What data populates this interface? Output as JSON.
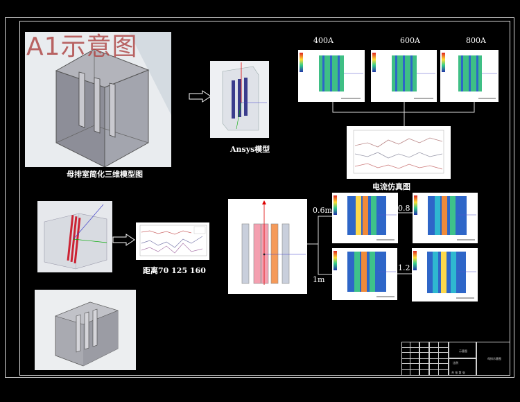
{
  "watermark": "A1示意图",
  "labels": {
    "model3d": "母排室简化三维模型图",
    "ansys": "Ansys模型",
    "current_sim": "电流仿真图",
    "distance": "距离70  125  160"
  },
  "current_titles": [
    "400A",
    "600A",
    "800A"
  ],
  "spacing_labels": [
    "0.6m",
    "0.8",
    "1m",
    "1.2"
  ],
  "title_block": {
    "name": "示意图",
    "drawing": "母排示意图",
    "scale": "比例",
    "sheet": "共  张  第  张"
  },
  "colors": {
    "bar_pink": "#f4a0b0",
    "bar_orange": "#f59a5a",
    "bar_grey": "#c9cfdc",
    "heat_blue": "#2e66c8",
    "heat_green": "#3ec28a",
    "heat_cyan": "#2fb8d0"
  }
}
